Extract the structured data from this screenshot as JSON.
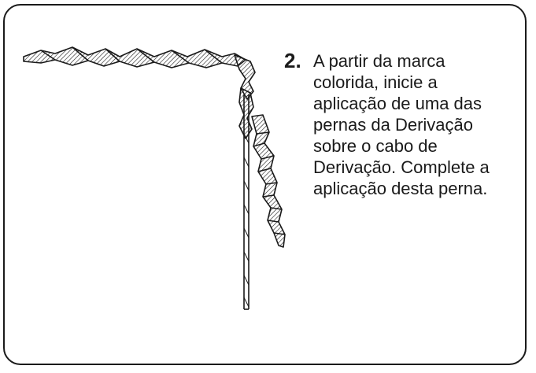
{
  "step": {
    "number": "2.",
    "text": "A partir da marca colorida, inicie a aplicação de uma das pernas da Derivação sobre o cabo de Derivação. Complete a aplicação desta perna."
  },
  "illustration": {
    "subject": "helical-rod-applied-on-cable",
    "ink_color": "#1a1a1a"
  }
}
